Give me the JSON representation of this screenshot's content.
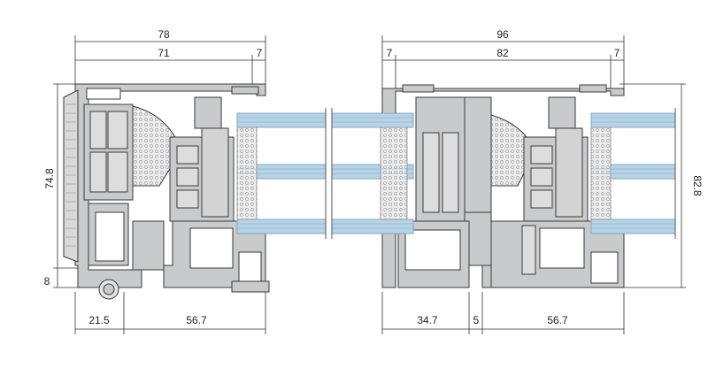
{
  "dimensions": {
    "top_overall_left": "78",
    "top_inner_left": "71",
    "top_small_left": "7",
    "top_overall_right": "96",
    "top_small_right_a": "7",
    "top_inner_right": "82",
    "top_small_right_b": "7",
    "left_height": "74.8",
    "right_height": "82.8",
    "left_small": "8",
    "bottom_left_a": "21.5",
    "bottom_left_b": "56.7",
    "bottom_right_a": "34.7",
    "bottom_right_b": "5",
    "bottom_right_c": "56.7"
  },
  "colors": {
    "profile": "#c9cacc",
    "profile_stroke": "#3a3a3a",
    "glass": "#b7d3e6",
    "glass_line": "#7fa8c4",
    "insulation": "#9a9a9a",
    "foam": "#e6e6e6"
  }
}
